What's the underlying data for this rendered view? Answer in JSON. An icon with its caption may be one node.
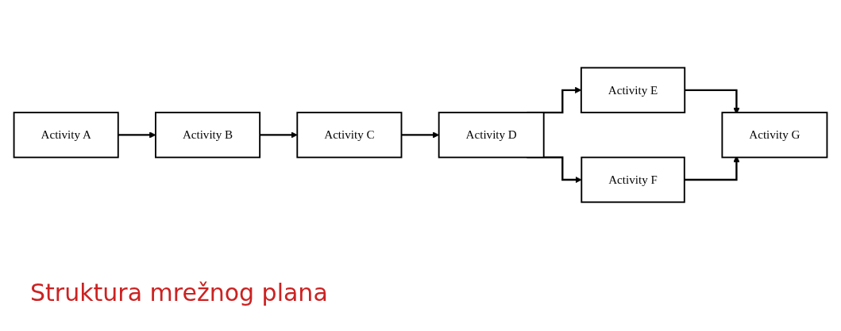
{
  "diagram": {
    "caption": "Struktura mrežnog plana",
    "nodes": [
      {
        "text": [
          "Activity A"
        ]
      },
      {
        "text": [
          "Activity B"
        ]
      },
      {
        "text": [
          "Activity C"
        ]
      },
      {
        "text": [
          "Activity D"
        ]
      },
      {
        "text": [
          "Activity E"
        ]
      },
      {
        "text": [
          "Activity F"
        ]
      },
      {
        "text": [
          "Activity G"
        ]
      }
    ],
    "edges": [
      {
        "from": 0,
        "to": 1,
        "arrow": "to"
      },
      {
        "from": 1,
        "to": 2,
        "arrow": "to"
      },
      {
        "from": 2,
        "to": 3,
        "arrow": "to"
      },
      {
        "from": 3,
        "to": 4,
        "arrow": "to"
      },
      {
        "from": 3,
        "to": 5,
        "arrow": "to"
      },
      {
        "from": 4,
        "to": 6,
        "arrow": "to"
      },
      {
        "from": 5,
        "to": 6,
        "arrow": "to"
      }
    ]
  }
}
